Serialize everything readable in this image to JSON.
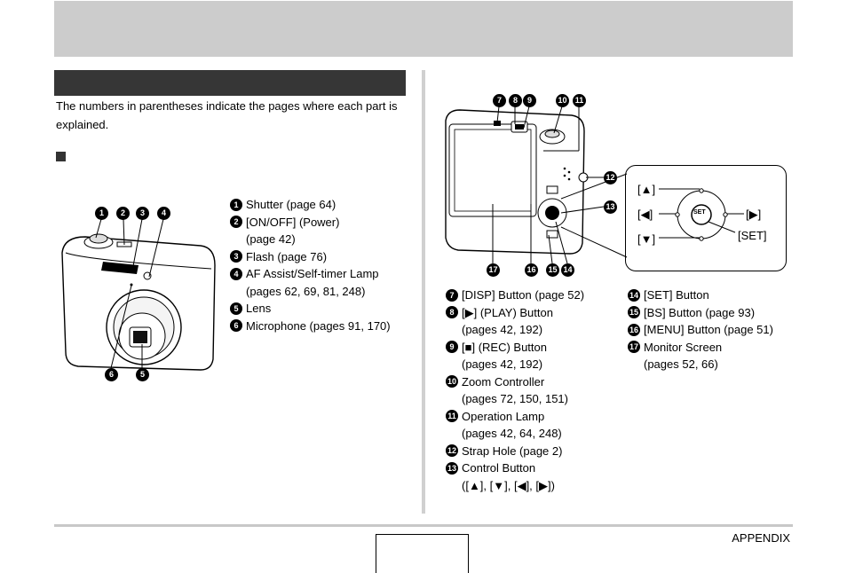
{
  "header": {
    "title": ""
  },
  "section": {
    "title": ""
  },
  "intro": "The numbers in parentheses indicate the pages where each part is explained.",
  "front_view": {
    "subheading": "",
    "callouts_top": [
      "1",
      "2",
      "3",
      "4"
    ],
    "callouts_bottom": [
      "6",
      "5"
    ],
    "items": [
      {
        "num": "1",
        "lines": [
          "Shutter (page 64)"
        ]
      },
      {
        "num": "2",
        "lines": [
          "[ON/OFF] (Power)",
          "(page 42)"
        ]
      },
      {
        "num": "3",
        "lines": [
          "Flash (page 76)"
        ]
      },
      {
        "num": "4",
        "lines": [
          "AF Assist/Self-timer Lamp",
          "(pages 62, 69, 81, 248)"
        ]
      },
      {
        "num": "5",
        "lines": [
          "Lens"
        ]
      },
      {
        "num": "6",
        "lines": [
          "Microphone (pages 91, 170)"
        ]
      }
    ]
  },
  "back_view": {
    "callouts_top": [
      "7",
      "8",
      "9",
      "10",
      "11"
    ],
    "callout_12": "12",
    "callout_13": "13",
    "callouts_bottom": [
      "17",
      "16",
      "15",
      "14"
    ],
    "inset": {
      "up": "[▲]",
      "left": "[◀]",
      "down": "[▼]",
      "right": "[▶]",
      "set_label": "[SET]",
      "set_button": "SET"
    },
    "items_left": [
      {
        "num": "7",
        "lines": [
          "[DISP] Button (page 52)"
        ]
      },
      {
        "num": "8",
        "lines": [
          "[▶] (PLAY) Button",
          "(pages 42, 192)"
        ]
      },
      {
        "num": "9",
        "lines": [
          "[■] (REC) Button",
          "(pages 42, 192)"
        ]
      },
      {
        "num": "10",
        "lines": [
          "Zoom Controller",
          "(pages 72, 150, 151)"
        ]
      },
      {
        "num": "11",
        "lines": [
          "Operation Lamp",
          "(pages 42, 64, 248)"
        ]
      },
      {
        "num": "12",
        "lines": [
          "Strap Hole (page 2)"
        ]
      },
      {
        "num": "13",
        "lines": [
          "Control Button",
          "([▲], [▼], [◀], [▶])"
        ]
      }
    ],
    "items_right": [
      {
        "num": "14",
        "lines": [
          "[SET] Button"
        ]
      },
      {
        "num": "15",
        "lines": [
          "[BS] Button (page 93)"
        ]
      },
      {
        "num": "16",
        "lines": [
          "[MENU] Button (page 51)"
        ]
      },
      {
        "num": "17",
        "lines": [
          "Monitor Screen",
          "(pages 52, 66)"
        ]
      }
    ]
  },
  "footer": {
    "page_number": "",
    "section": "APPENDIX"
  }
}
